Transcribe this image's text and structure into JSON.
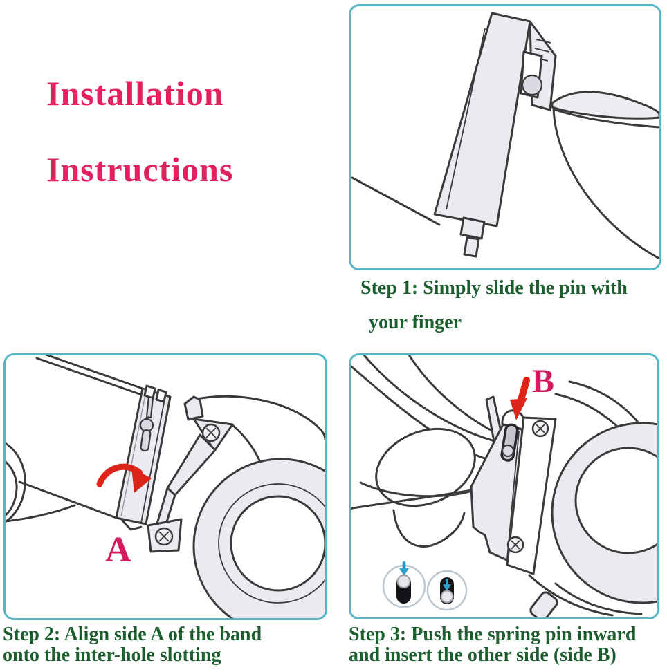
{
  "title": {
    "line1": "Installation",
    "line2": "Instructions"
  },
  "panels": {
    "step1": {
      "caption_line1": "Step 1: Simply slide the pin with",
      "caption_line2": "your finger"
    },
    "step2": {
      "caption_line1": "Step 2: Align side A of the band",
      "caption_line2": "onto the inter-hole slotting",
      "marker": "A"
    },
    "step3": {
      "caption_line1": "Step 3: Push the spring pin inward",
      "caption_line2": "and insert the other side (side B)",
      "marker": "B"
    }
  },
  "colors": {
    "background": "#ffffff",
    "panel_border": "#57b6c6",
    "title_text": "#e3215f",
    "caption_text": "#1d5e2f",
    "marker_text": "#d5195e",
    "arrow_red": "#dc2418",
    "arrow_blue": "#2d9fce",
    "line_art": "#3a3a3a",
    "band_fill": "#eceaf0",
    "pin_metal": "#dcd9e2",
    "pin_slot_dark": "#141418"
  },
  "icons": {
    "rotate-arrow-icon": "red curved arrow (rotate band into slot)",
    "down-arrow-icon": "red arrow pointing down at side B",
    "pin-extended-icon": "spring pin extended in slot with blue down arrow",
    "pin-compressed-icon": "spring pin pushed down in slot with blue down arrow",
    "screw-icon": "phillips screw head",
    "spring-pin-knob-icon": "spring-bar sliding knob",
    "finger-icon": "finger sliding the pin"
  }
}
